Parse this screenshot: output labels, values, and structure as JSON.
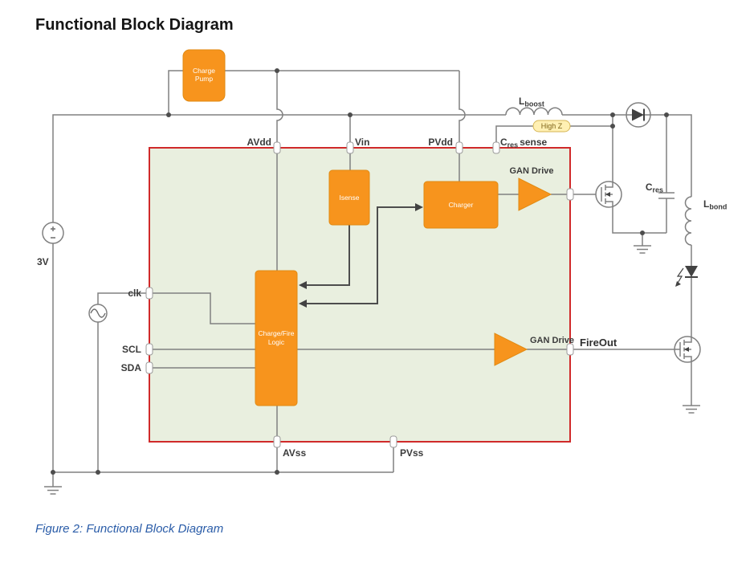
{
  "page": {
    "title": "Functional Block Diagram",
    "caption": "Figure 2: Functional Block Diagram"
  },
  "chip": {
    "blocks": {
      "charge_pump": {
        "line1": "Charge",
        "line2": "Pump"
      },
      "isense": "Isense",
      "charger": "Charger",
      "logic": {
        "line1": "Charge/Fire",
        "line2": "Logic"
      }
    },
    "pins": {
      "avdd": "AVdd",
      "vin": "Vin",
      "pvdd": "PVdd",
      "cres_sense": {
        "main": "C",
        "sub": "res",
        "rest": "sense"
      },
      "clk": "clk",
      "scl": "SCL",
      "sda": "SDA",
      "avss": "AVss",
      "pvss": "PVss"
    },
    "outputs": {
      "gan_drive_top": "GAN Drive",
      "gan_drive_bottom": "GAN Drive",
      "fireout": "FireOut"
    }
  },
  "external": {
    "supply_label": "3V",
    "high_z": "High Z",
    "lboost": {
      "main": "L",
      "sub": "boost"
    },
    "cres": {
      "main": "C",
      "sub": "res"
    },
    "lbond": {
      "main": "L",
      "sub": "bond"
    }
  },
  "colors": {
    "block_orange": "#F7941D",
    "chip_fill": "#E9EFDF",
    "chip_border": "#D02A2A",
    "wire_gray": "#808080",
    "dark_signal": "#4D4D4D",
    "highz_fill": "#FFF0B3",
    "highz_border": "#D6B656",
    "caption_blue": "#2A5CA8"
  }
}
